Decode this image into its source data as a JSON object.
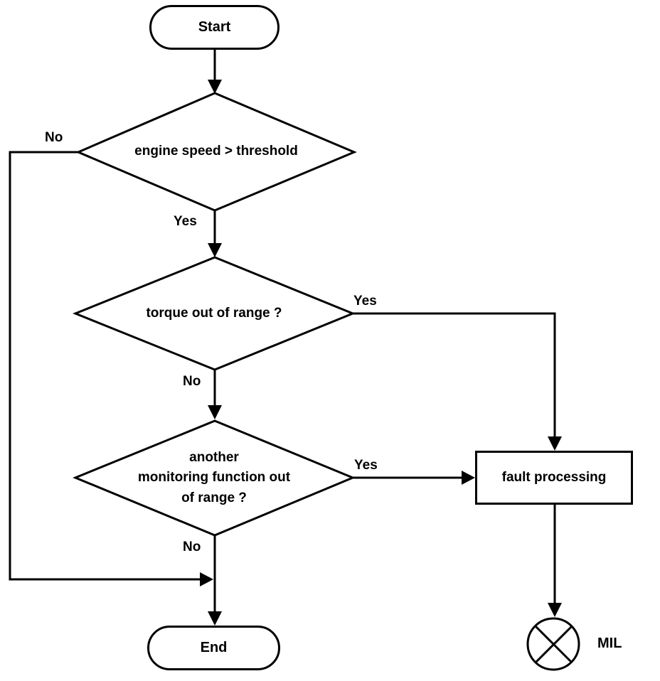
{
  "diagram": {
    "type": "flowchart",
    "background_color": "#ffffff",
    "line_color": "#000000",
    "text_color": "#000000",
    "icons": {
      "mil_lamp": "crossed-circle-lamp-icon"
    },
    "nodes": {
      "start": {
        "label": "Start",
        "shape": "terminator"
      },
      "engine_speed": {
        "label": "engine speed > threshold",
        "shape": "decision"
      },
      "torque": {
        "label": "torque out of range ?",
        "shape": "decision"
      },
      "another": {
        "label": "another\nmonitoring function out\nof range ?",
        "shape": "decision"
      },
      "fault": {
        "label": "fault processing",
        "shape": "process"
      },
      "end": {
        "label": "End",
        "shape": "terminator"
      },
      "mil": {
        "label": "MIL",
        "shape": "crossed-circle-lamp"
      }
    },
    "edges": [
      {
        "from": "start",
        "to": "engine_speed",
        "label": ""
      },
      {
        "from": "engine_speed",
        "to": "torque",
        "label": "Yes"
      },
      {
        "from": "engine_speed",
        "to": "end",
        "label": "No"
      },
      {
        "from": "torque",
        "to": "fault",
        "label": "Yes"
      },
      {
        "from": "torque",
        "to": "another",
        "label": "No"
      },
      {
        "from": "another",
        "to": "fault",
        "label": "Yes"
      },
      {
        "from": "another",
        "to": "end",
        "label": "No"
      },
      {
        "from": "fault",
        "to": "mil",
        "label": ""
      }
    ]
  }
}
